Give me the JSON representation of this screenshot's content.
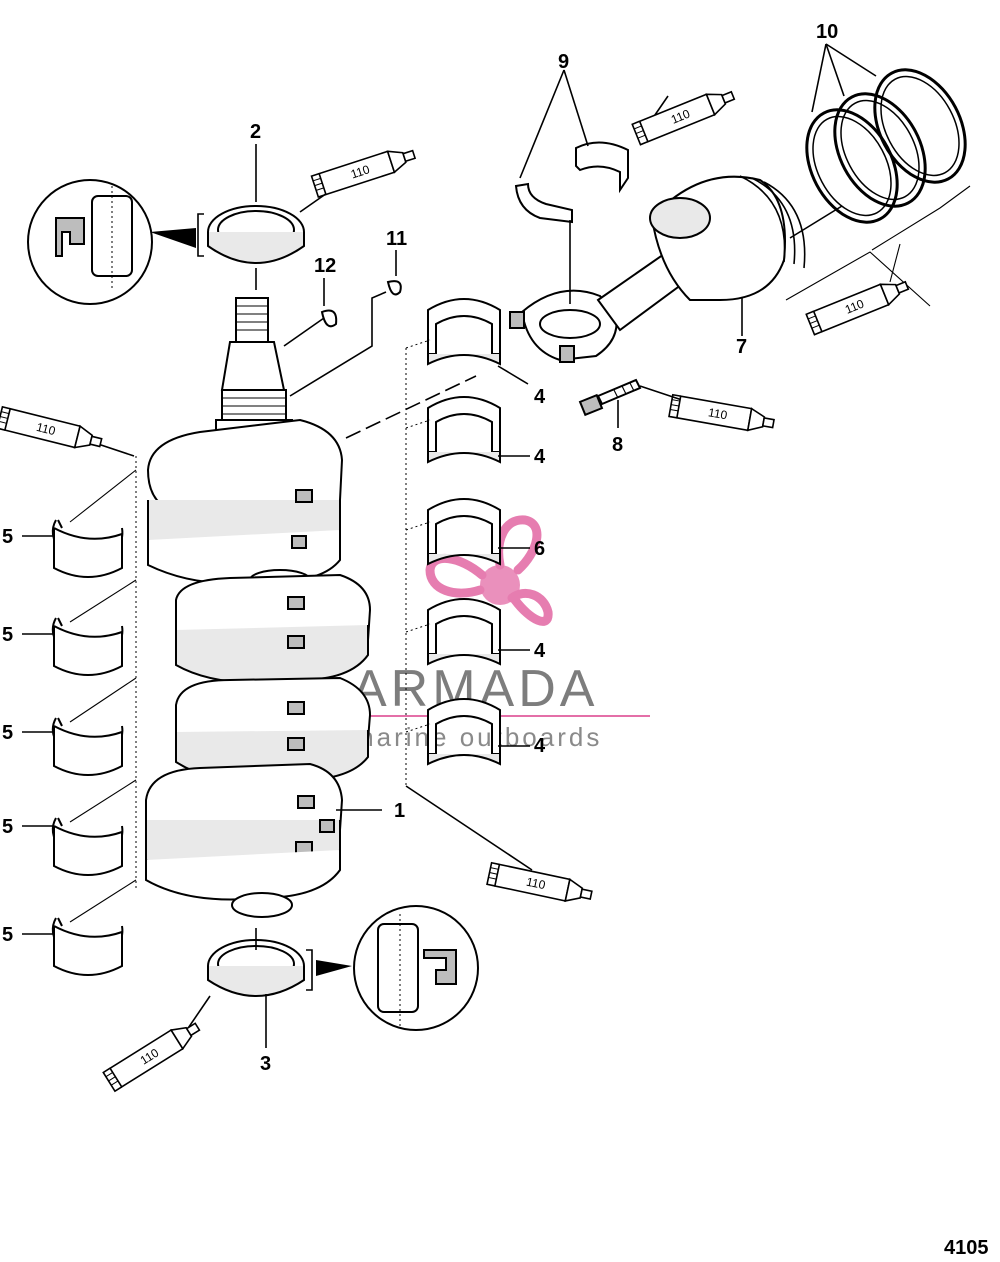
{
  "diagram": {
    "callouts": {
      "c1": "1",
      "c2": "2",
      "c3": "3",
      "c4a": "4",
      "c4b": "4",
      "c4c": "4",
      "c4d": "4",
      "c5a": "5",
      "c5b": "5",
      "c5c": "5",
      "c5d": "5",
      "c5e": "5",
      "c6": "6",
      "c7": "7",
      "c8": "8",
      "c9": "9",
      "c10": "10",
      "c11": "11",
      "c12": "12"
    },
    "sealant_label": "110",
    "figure_number": "4105"
  },
  "watermark": {
    "title": "ARMADA",
    "subtitle": "marine outboards",
    "logo_color": "#e46fa8",
    "text_color": "#7d7d7d"
  }
}
